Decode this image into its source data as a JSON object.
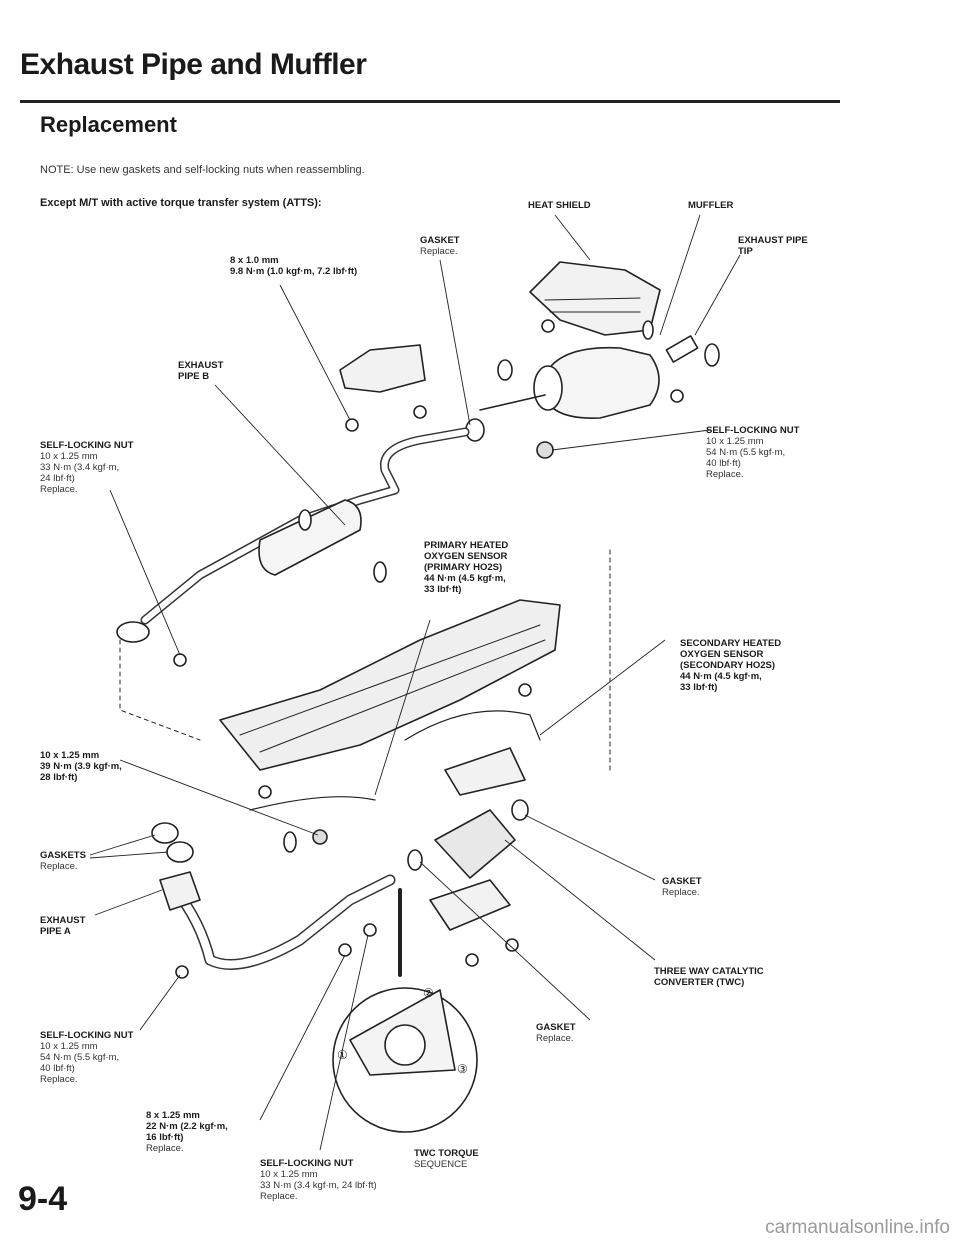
{
  "page": {
    "title": "Exhaust Pipe and Muffler",
    "subtitle": "Replacement",
    "note": "NOTE:  Use new gaskets and self-locking nuts when reassembling.",
    "condition": "Except M/T with active torque transfer system (ATTS):",
    "page_number": "9-4",
    "footer": "carmanualsonline.info"
  },
  "labels": {
    "heat_shield": "HEAT SHIELD",
    "muffler": "MUFFLER",
    "gasket_top": {
      "title": "GASKET",
      "sub": "Replace."
    },
    "exhaust_pipe_tip": "EXHAUST PIPE\nTIP",
    "bolt_8x10": "8 x 1.0 mm\n9.8 N·m (1.0 kgf·m, 7.2 lbf·ft)",
    "exhaust_pipe_b": "EXHAUST\nPIPE B",
    "nut_left": {
      "title": "SELF-LOCKING NUT",
      "sub": "10 x 1.25 mm\n33 N·m (3.4 kgf·m,\n24 lbf·ft)\nReplace."
    },
    "nut_right": {
      "title": "SELF-LOCKING NUT",
      "sub": "10 x 1.25 mm\n54 N·m (5.5 kgf·m,\n40 lbf·ft)\nReplace."
    },
    "primary_ho2s": "PRIMARY HEATED\nOXYGEN SENSOR\n(PRIMARY HO2S)\n44 N·m (4.5 kgf·m,\n33 lbf·ft)",
    "secondary_ho2s": "SECONDARY HEATED\nOXYGEN SENSOR\n(SECONDARY HO2S)\n44 N·m (4.5 kgf·m,\n33 lbf·ft)",
    "bolt_10x125": "10 x 1.25 mm\n39 N·m (3.9 kgf·m,\n28 lbf·ft)",
    "gaskets": {
      "title": "GASKETS",
      "sub": "Replace."
    },
    "exhaust_pipe_a": "EXHAUST\nPIPE A",
    "gasket_mid": {
      "title": "GASKET",
      "sub": "Replace."
    },
    "twc": "THREE WAY CATALYTIC\nCONVERTER (TWC)",
    "gasket_low": {
      "title": "GASKET",
      "sub": "Replace."
    },
    "nut_bottom_left": {
      "title": "SELF-LOCKING NUT",
      "sub": "10 x 1.25 mm\n54 N·m (5.5 kgf·m,\n40 lbf·ft)\nReplace."
    },
    "bolt_8x125": {
      "title": "8 x 1.25 mm\n22 N·m (2.2 kgf·m,\n16 lbf·ft)",
      "sub": "Replace."
    },
    "twc_torque": {
      "title": "TWC TORQUE",
      "sub": "SEQUENCE"
    },
    "nut_bottom_center": {
      "title": "SELF-LOCKING NUT",
      "sub": "10 x 1.25 mm\n33 N·m (3.4 kgf·m, 24 lbf·ft)\nReplace."
    },
    "seq_1": "①",
    "seq_2": "②",
    "seq_3": "③"
  }
}
